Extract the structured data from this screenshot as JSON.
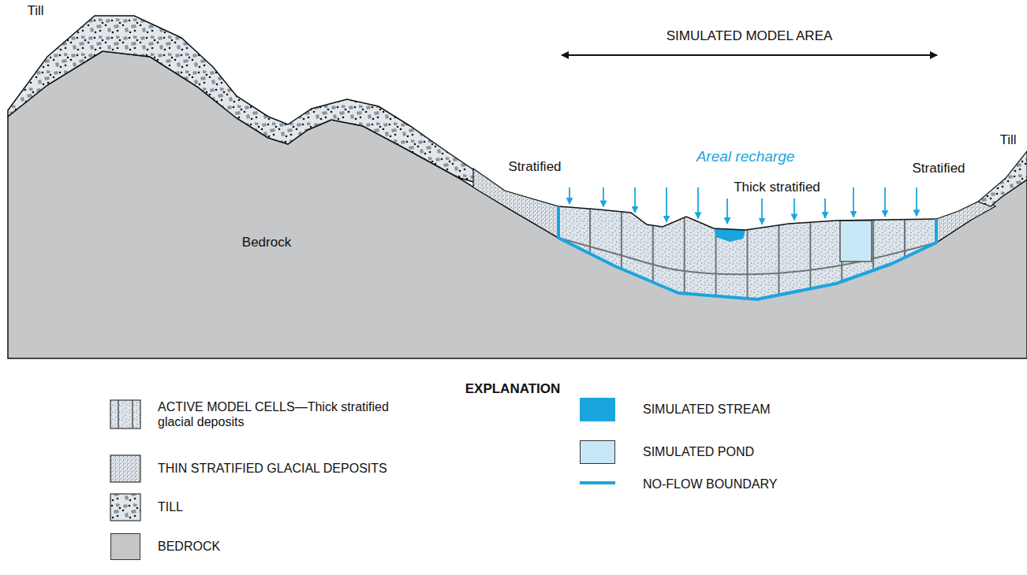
{
  "diagram": {
    "labels": [
      "Till",
      "SIMULATED MODEL AREA",
      "Areal recharge",
      "Stratified",
      "Thick stratified",
      "Stratified",
      "Till",
      "Bedrock",
      "EXPLANATION"
    ],
    "legend": [
      {
        "text": "ACTIVE MODEL CELLS—Thick stratified glacial deposits"
      },
      {
        "text": "THIN STRATIFIED GLACIAL DEPOSITS"
      },
      {
        "text": "TILL"
      },
      {
        "text": "BEDROCK",
        "color": "#c6c7c9"
      },
      {
        "text": "SIMULATED STREAM",
        "color": "#1ba5de"
      },
      {
        "text": "SIMULATED POND",
        "color": "#c9e8f7"
      },
      {
        "text": "NO-FLOW BOUNDARY"
      }
    ]
  }
}
